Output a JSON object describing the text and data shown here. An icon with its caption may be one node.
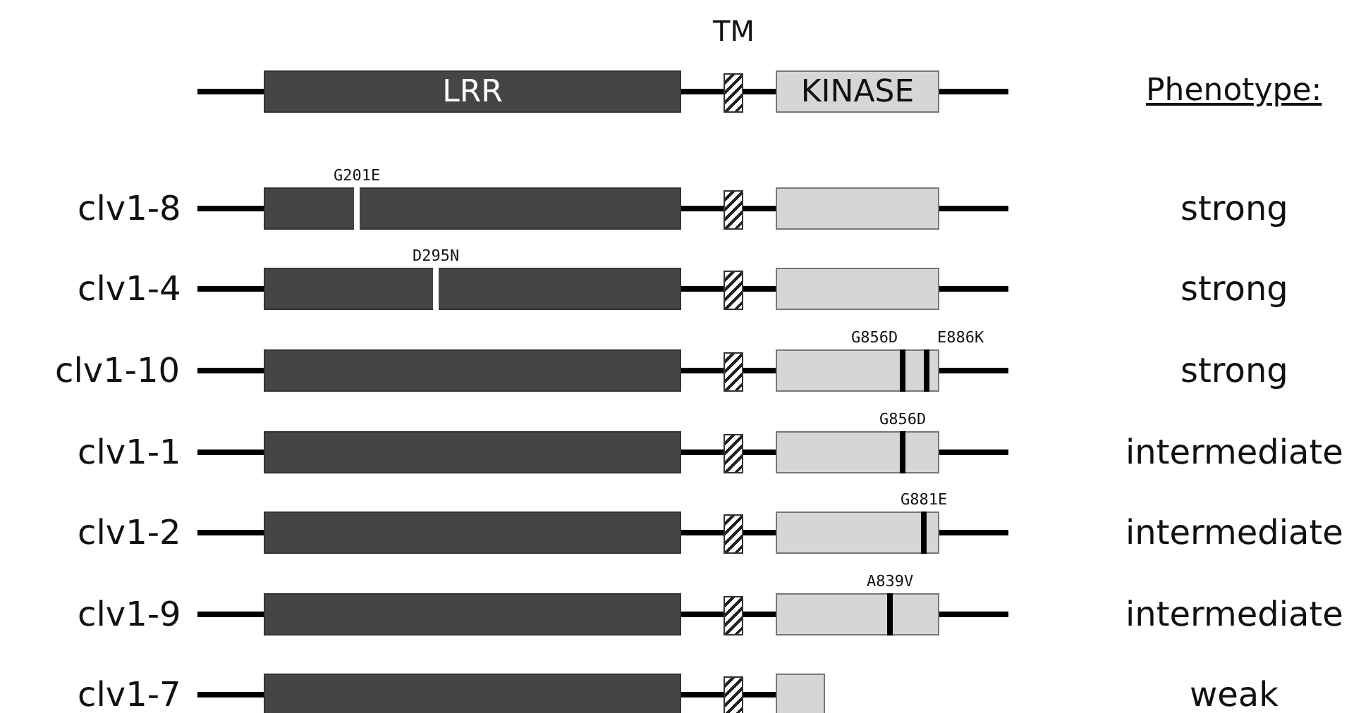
{
  "diagram": {
    "nodes": [
      {
        "text": [
          "LRR"
        ]
      },
      {
        "text": [
          "KINASE"
        ]
      }
    ],
    "labels": [
      "TM",
      "Phenotype:",
      "clv1-8",
      "G201E",
      "strong",
      "clv1-4",
      "D295N",
      "strong",
      "clv1-10",
      "G856D",
      "E886K",
      "strong",
      "clv1-1",
      "G856D",
      "intermediate",
      "clv1-2",
      "G881E",
      "intermediate",
      "clv1-9",
      "A839V",
      "intermediate",
      "clv1-7",
      "weak"
    ]
  }
}
